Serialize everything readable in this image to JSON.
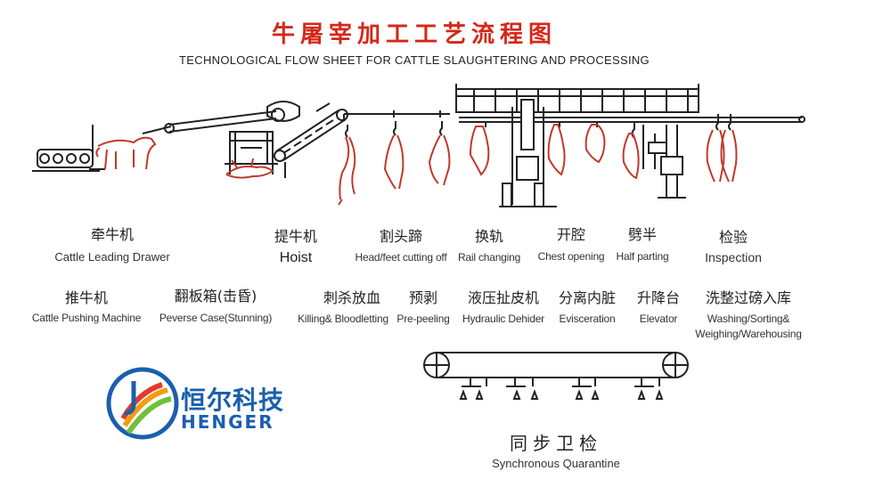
{
  "title": {
    "cn": "牛屠宰加工工艺流程图",
    "en": "TECHNOLOGICAL FLOW SHEET FOR CATTLE SLAUGHTERING AND PROCESSING"
  },
  "colors": {
    "title": "#d62718",
    "cattle": "#c0392b",
    "line": "#222222",
    "brand_blue": "#1a5fae",
    "brand_orange": "#f39c12",
    "brand_green": "#6fbf3a",
    "brand_red": "#e23a2b"
  },
  "steps_row1": [
    {
      "cn": "牵牛机",
      "en": "Cattle Leading Drawer"
    },
    {
      "cn": "提牛机",
      "en": "Hoist"
    },
    {
      "cn": "割头蹄",
      "en": "Head/feet cutting off"
    },
    {
      "cn": "换轨",
      "en": "Rail changing"
    },
    {
      "cn": "开腔",
      "en": "Chest opening"
    },
    {
      "cn": "劈半",
      "en": "Half parting"
    },
    {
      "cn": "检验",
      "en": "Inspection"
    }
  ],
  "steps_row2": [
    {
      "cn": "推牛机",
      "en": "Cattle Pushing Machine"
    },
    {
      "cn": "翻板箱(击昏)",
      "en": "Peverse Case(Stunning)"
    },
    {
      "cn": "刺杀放血",
      "en": "Killing& Bloodletting"
    },
    {
      "cn": "预剥",
      "en": "Pre-peeling"
    },
    {
      "cn": "液压扯皮机",
      "en": "Hydraulic Dehider"
    },
    {
      "cn": "分离内脏",
      "en": "Evisceration"
    },
    {
      "cn": "升降台",
      "en": "Elevator"
    },
    {
      "cn": "洗整过磅入库",
      "en_line1": "Washing/Sorting&",
      "en_line2": "Weighing/Warehousing"
    }
  ],
  "quarantine": {
    "cn": "同步卫检",
    "en": "Synchronous Quarantine"
  },
  "brand": {
    "cn": "恒尔科技",
    "en": "HENGER"
  },
  "icons": [
    "conveyor-icon",
    "cattle-icon",
    "hanging-carcass-icon",
    "hook-icon",
    "company-logo-icon"
  ]
}
